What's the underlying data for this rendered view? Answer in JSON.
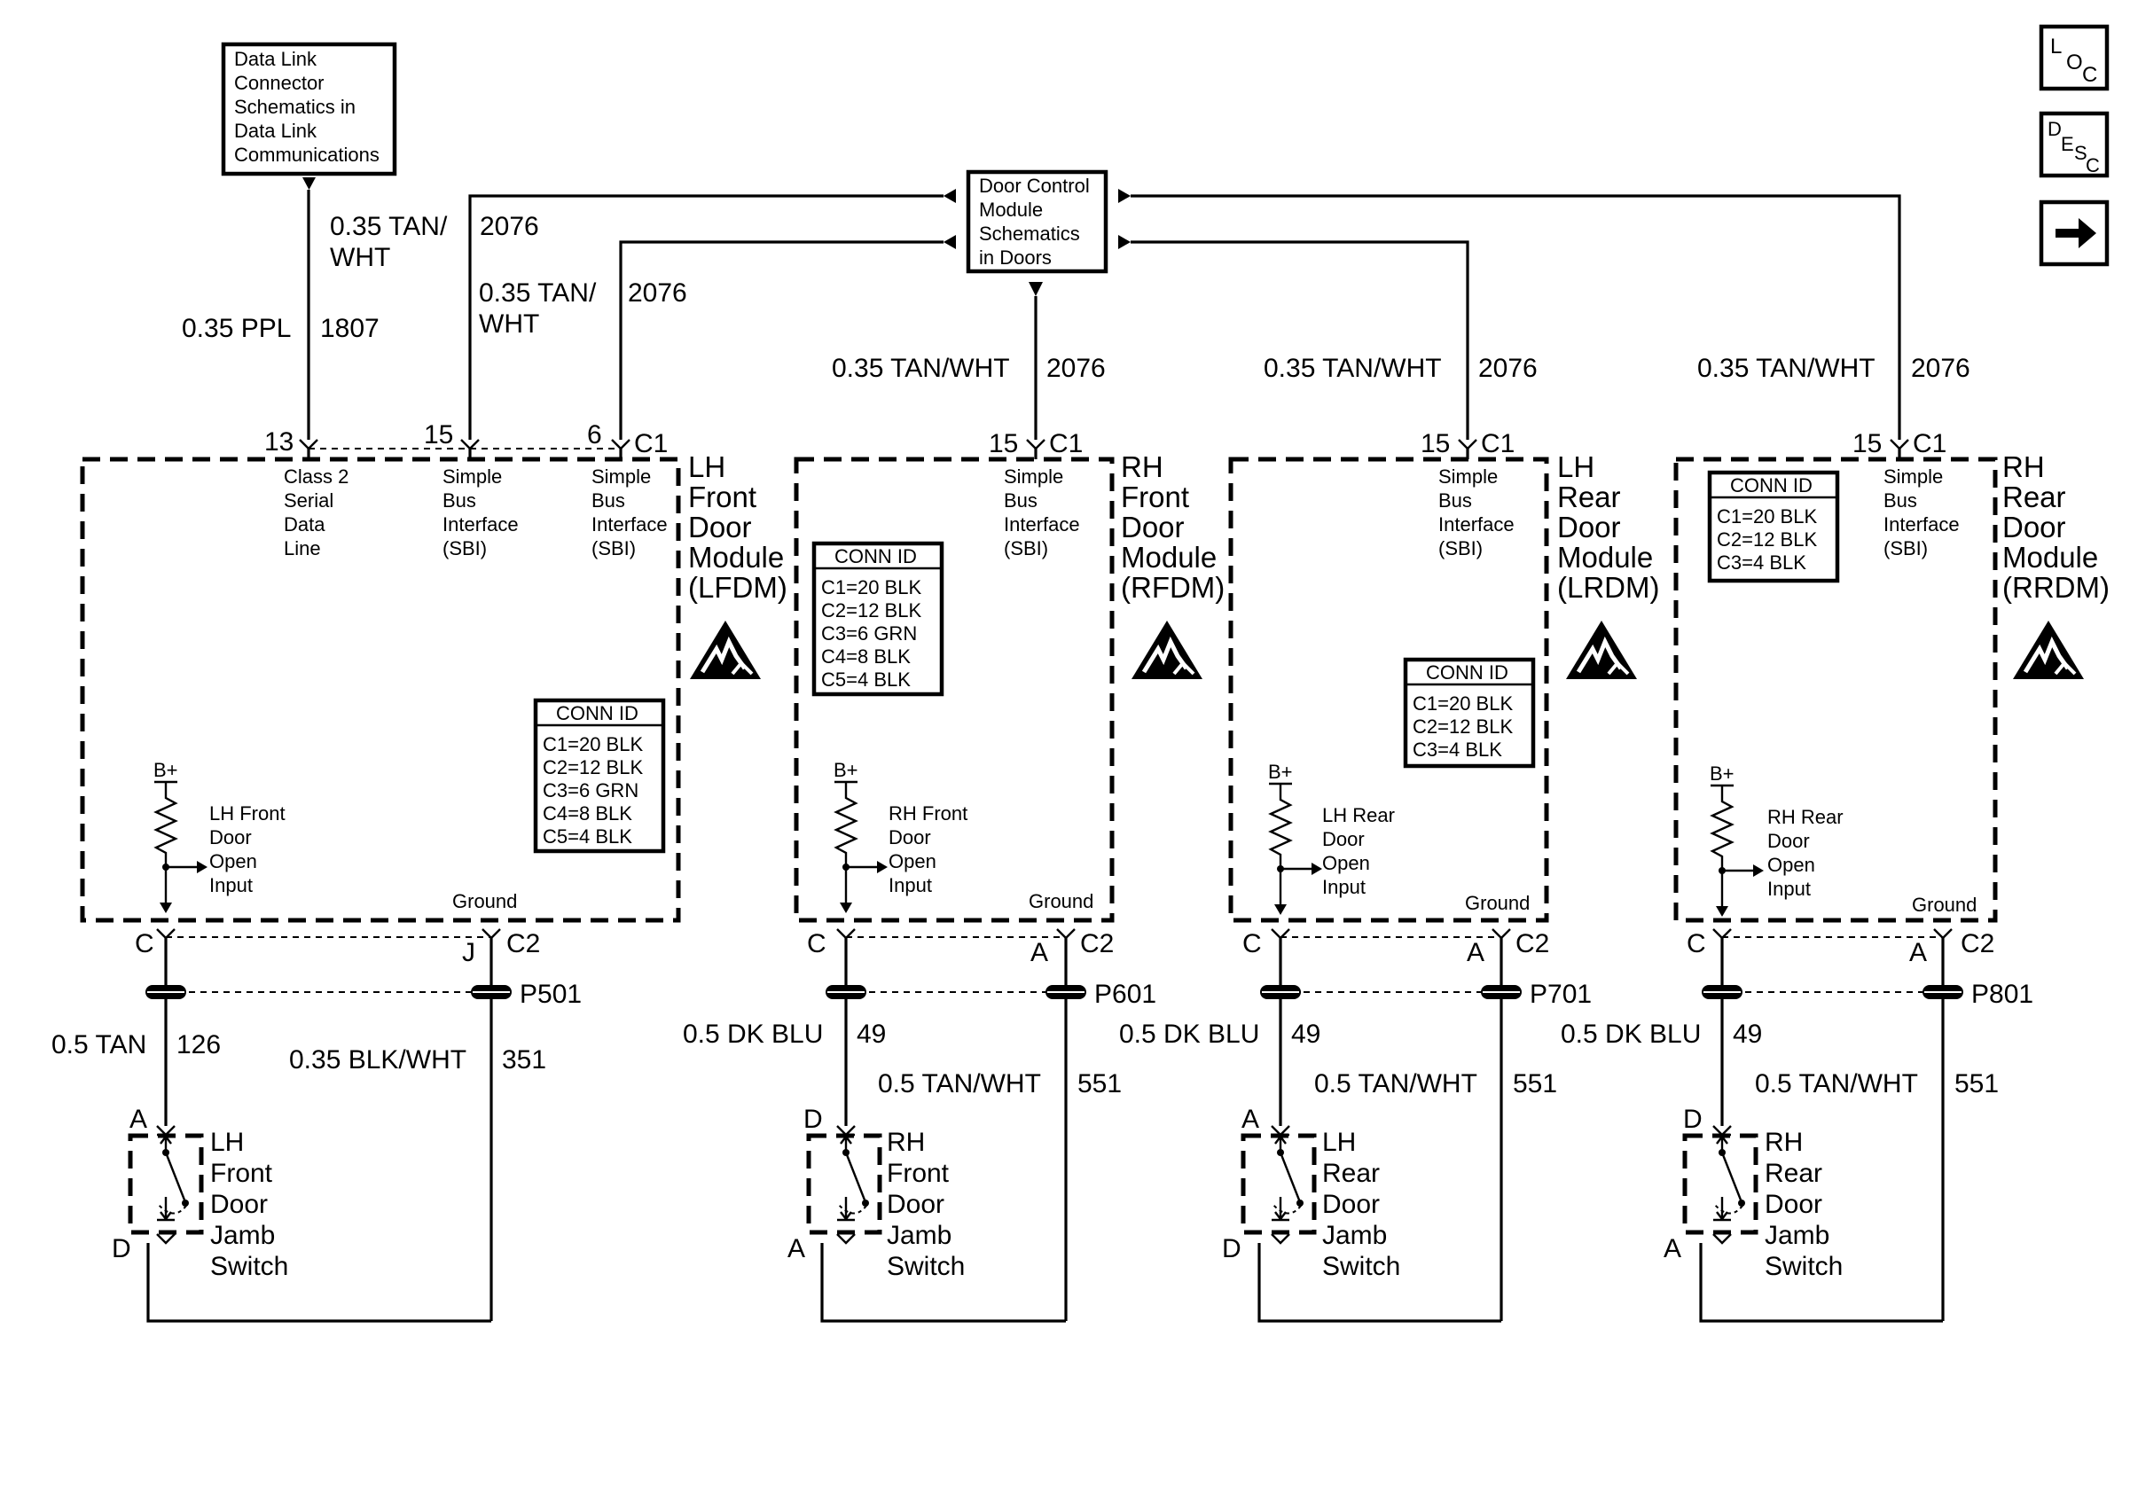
{
  "nav": {
    "loc_icon": "loc-icon",
    "desc_icon": "desc-icon",
    "next_icon": "right-arrow-icon",
    "loc_letters": [
      "L",
      "O",
      "C"
    ],
    "desc_letters": [
      "D",
      "E",
      "S",
      "C"
    ]
  },
  "refs": {
    "dlc": [
      "Data Link",
      "Connector",
      "Schematics in",
      "Data Link",
      "Communications"
    ],
    "dcm": [
      "Door Control",
      "Module",
      "Schematics",
      "in Doors"
    ]
  },
  "top_wires": {
    "ppl_label": "0.35 PPL",
    "ppl_circuit": "1807",
    "tan1_label_a": "0.35 TAN/",
    "tan1_label_b": "WHT",
    "tan1_circuit": "2076",
    "tan2_label_a": "0.35 TAN/",
    "tan2_label_b": "WHT",
    "tan2_circuit": "2076",
    "rf_label": "0.35 TAN/WHT",
    "rf_circuit": "2076",
    "lr_label": "0.35 TAN/WHT",
    "lr_circuit": "2076",
    "rr_label": "0.35 TAN/WHT",
    "rr_circuit": "2076"
  },
  "lfdm": {
    "name": [
      "LH",
      "Front",
      "Door",
      "Module",
      "(LFDM)"
    ],
    "pin_13": "13",
    "pin_15": "15",
    "pin_6": "6",
    "conn_c1": "C1",
    "class2": [
      "Class 2",
      "Serial",
      "Data",
      "Line"
    ],
    "sbi1": [
      "Simple",
      "Bus",
      "Interface",
      "(SBI)"
    ],
    "sbi2": [
      "Simple",
      "Bus",
      "Interface",
      "(SBI)"
    ],
    "conn_title": "CONN ID",
    "conn_ids": [
      "C1=20 BLK",
      "C2=12 BLK",
      "C3=6 GRN",
      "C4=8 BLK",
      "C5=4 BLK"
    ],
    "bplus": "B+",
    "input": [
      "LH Front",
      "Door",
      "Open",
      "Input"
    ],
    "ground": "Ground",
    "pin_c": "C",
    "pin_j": "J",
    "conn_c2": "C2",
    "splice": "P501",
    "wire1_label": "0.5 TAN",
    "wire1_circuit": "126",
    "wire2_label": "0.35 BLK/WHT",
    "wire2_circuit": "351",
    "sw_top": "A",
    "sw_bot": "D",
    "switch": [
      "LH",
      "Front",
      "Door",
      "Jamb",
      "Switch"
    ]
  },
  "rfdm": {
    "name": [
      "RH",
      "Front",
      "Door",
      "Module",
      "(RFDM)"
    ],
    "pin_15": "15",
    "conn_c1": "C1",
    "sbi": [
      "Simple",
      "Bus",
      "Interface",
      "(SBI)"
    ],
    "conn_title": "CONN ID",
    "conn_ids": [
      "C1=20 BLK",
      "C2=12 BLK",
      "C3=6 GRN",
      "C4=8 BLK",
      "C5=4 BLK"
    ],
    "bplus": "B+",
    "input": [
      "RH Front",
      "Door",
      "Open",
      "Input"
    ],
    "ground": "Ground",
    "pin_c": "C",
    "pin_a": "A",
    "conn_c2": "C2",
    "splice": "P601",
    "wire1_label": "0.5 DK BLU",
    "wire1_circuit": "49",
    "wire2_label": "0.5 TAN/WHT",
    "wire2_circuit": "551",
    "sw_top": "D",
    "sw_bot": "A",
    "switch": [
      "RH",
      "Front",
      "Door",
      "Jamb",
      "Switch"
    ]
  },
  "lrdm": {
    "name": [
      "LH",
      "Rear",
      "Door",
      "Module",
      "(LRDM)"
    ],
    "pin_15": "15",
    "conn_c1": "C1",
    "sbi": [
      "Simple",
      "Bus",
      "Interface",
      "(SBI)"
    ],
    "conn_title": "CONN ID",
    "conn_ids": [
      "C1=20 BLK",
      "C2=12 BLK",
      "C3=4 BLK"
    ],
    "bplus": "B+",
    "input": [
      "LH Rear",
      "Door",
      "Open",
      "Input"
    ],
    "ground": "Ground",
    "pin_c": "C",
    "pin_a": "A",
    "conn_c2": "C2",
    "splice": "P701",
    "wire1_label": "0.5 DK BLU",
    "wire1_circuit": "49",
    "wire2_label": "0.5 TAN/WHT",
    "wire2_circuit": "551",
    "sw_top": "A",
    "sw_bot": "D",
    "switch": [
      "LH",
      "Rear",
      "Door",
      "Jamb",
      "Switch"
    ]
  },
  "rrdm": {
    "name": [
      "RH",
      "Rear",
      "Door",
      "Module",
      "(RRDM)"
    ],
    "pin_15": "15",
    "conn_c1": "C1",
    "sbi": [
      "Simple",
      "Bus",
      "Interface",
      "(SBI)"
    ],
    "conn_title": "CONN ID",
    "conn_ids": [
      "C1=20 BLK",
      "C2=12 BLK",
      "C3=4 BLK"
    ],
    "bplus": "B+",
    "input": [
      "RH Rear",
      "Door",
      "Open",
      "Input"
    ],
    "ground": "Ground",
    "pin_c": "C",
    "pin_a": "A",
    "conn_c2": "C2",
    "splice": "P801",
    "wire1_label": "0.5 DK BLU",
    "wire1_circuit": "49",
    "wire2_label": "0.5 TAN/WHT",
    "wire2_circuit": "551",
    "sw_top": "D",
    "sw_bot": "A",
    "switch": [
      "RH",
      "Rear",
      "Door",
      "Jamb",
      "Switch"
    ]
  }
}
